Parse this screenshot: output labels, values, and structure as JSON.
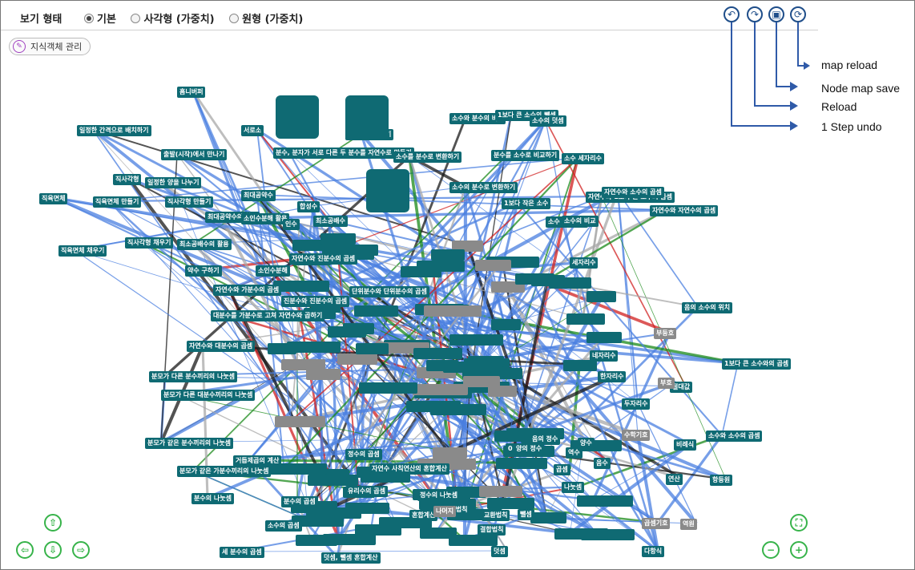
{
  "view": {
    "title": "보기 형태",
    "options": [
      {
        "label": "기본",
        "checked": true
      },
      {
        "label": "사각형 (가중치)",
        "checked": false
      },
      {
        "label": "원형 (가중치)",
        "checked": false
      }
    ]
  },
  "manage_button": {
    "label": "지식객체 관리"
  },
  "controls": {
    "undo_label": "1 Step undo",
    "reload_label": "Reload",
    "save_label": "Node map save",
    "map_reload_label": "map reload"
  },
  "nodes": [
    "홈니버퍼",
    "일정한 간격으로 배치하기",
    "출발(시작)에서 만나기",
    "직사각형",
    "일정한 양을 나누기",
    "직육면체",
    "직육면체 만들기",
    "직사각형 만들기",
    "직사각형 채우기",
    "직육면체 채우기",
    "최대공약수의 활용",
    "최대공약수",
    "약수 구하기",
    "소인수분해",
    "자연수와 가분수의 곱셈",
    "서로소",
    "최소공배수",
    "최소공배수의 활용",
    "소인수분해 활용",
    "합성수",
    "인수",
    "분수, 분자가 서로 다른 두 분수를 자연수로 만들기",
    "자연수로 만들기",
    "소수를 분수로 변환하기",
    "소수와 분수의 비교",
    "1보다 큰 소수의 뺄셈",
    "분수를 소수로 비교하기",
    "소수의 덧셈",
    "소수 세자리수",
    "소수의 분수로 변환하기",
    "1보다 작은 소수",
    "자연수와 1보다 큰 소수의 곱셈",
    "자연수와 소수의 곱셈",
    "자연수와 자연수의 곱셈",
    "소수 두자리수",
    "소수의 비교",
    "세자리수",
    "자연수와 진분수의 곱셈",
    "진분수와 진분수의 곱셈",
    "대분수를 가분수로 고쳐 자연수와 곱하기",
    "자연수와 대분수의 곱셈",
    "분모가 다른 분수끼리의 나눗셈",
    "분모가 같은 분수끼리의 나눗셈",
    "분모가 같은 가분수끼리의 나눗셈",
    "분모가 다른 대분수끼리의 나눗셈",
    "거듭제곱의 계산",
    "분수의 나눗셈",
    "세 분수의 곱셈",
    "소수의 곱셈",
    "단위분수와 단위분수의 곱셈",
    "분수의 곱셈",
    "자연수 사칙연산의 혼합계산",
    "혼합계산",
    "덧셈, 뺄셈 혼합계산",
    "정수의 곱셈",
    "유리수의 곱셈",
    "정수의 나눗셈",
    "음의 정수",
    "양의 정수",
    "역수",
    "분배법칙",
    "교환법칙",
    "결합법칙",
    "덧셈",
    "뺄셈",
    "곱셈",
    "나눗셈",
    "두자리수",
    "한자리수",
    "네자리수",
    "절대값",
    "부등호",
    "음의 소수의 위치",
    "1보다 큰 소수와의 곱셈",
    "소수와 소수의 곱셈",
    "항등원",
    "역원",
    "0",
    "연산",
    "나머지",
    "부호",
    "수학기호",
    "비례식",
    "곱셈기호",
    "다항식",
    "양수",
    "음수"
  ]
}
